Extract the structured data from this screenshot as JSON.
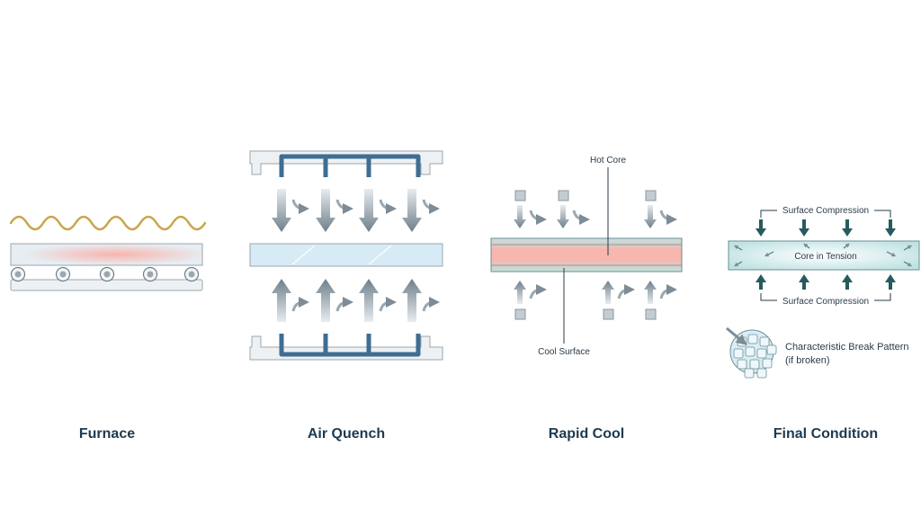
{
  "colors": {
    "frame": "#eef1f3",
    "frame_stroke": "#9ba6ae",
    "pipe": "#3f6d93",
    "arrow": "#7d8c97",
    "glass_blue": "#d6ebf5",
    "glass_hot": "#f6b3ad",
    "glass_teal": "#cfe8e6",
    "teal_dark": "#255b5e",
    "heater": "#c9a54a",
    "caption": "#1e3a4f"
  },
  "stages": [
    {
      "id": "furnace",
      "caption": "Furnace"
    },
    {
      "id": "air-quench",
      "caption": "Air Quench"
    },
    {
      "id": "rapid-cool",
      "caption": "Rapid Cool",
      "labels": {
        "hot_core": "Hot Core",
        "cool_surface": "Cool Surface"
      }
    },
    {
      "id": "final-condition",
      "caption": "Final Condition",
      "labels": {
        "surface_compression_top": "Surface Compression",
        "core_in_tension": "Core in Tension",
        "surface_compression_bottom": "Surface Compression",
        "break_pattern_line1": "Characteristic Break Pattern",
        "break_pattern_line2": "(if broken)"
      }
    }
  ]
}
